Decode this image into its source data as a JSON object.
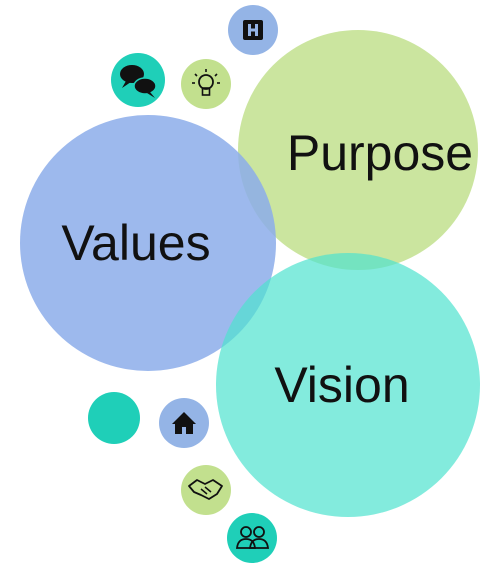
{
  "circles": {
    "purpose": {
      "label": "Purpose",
      "color": "#c2e08e"
    },
    "values": {
      "label": "Values",
      "color": "#94b4e6"
    },
    "vision": {
      "label": "Vision",
      "color": "#5ce6d2"
    }
  },
  "small_icons": [
    {
      "name": "hospital-icon",
      "color": "#94b4e6"
    },
    {
      "name": "chat-bubbles-icon",
      "color": "#1fcfb8"
    },
    {
      "name": "lightbulb-icon",
      "color": "#c2e08e"
    },
    {
      "name": "plain-dot",
      "color": "#1fcfb8"
    },
    {
      "name": "home-icon",
      "color": "#94b4e6"
    },
    {
      "name": "handshake-icon",
      "color": "#c2e08e"
    },
    {
      "name": "people-icon",
      "color": "#1fcfb8"
    }
  ]
}
